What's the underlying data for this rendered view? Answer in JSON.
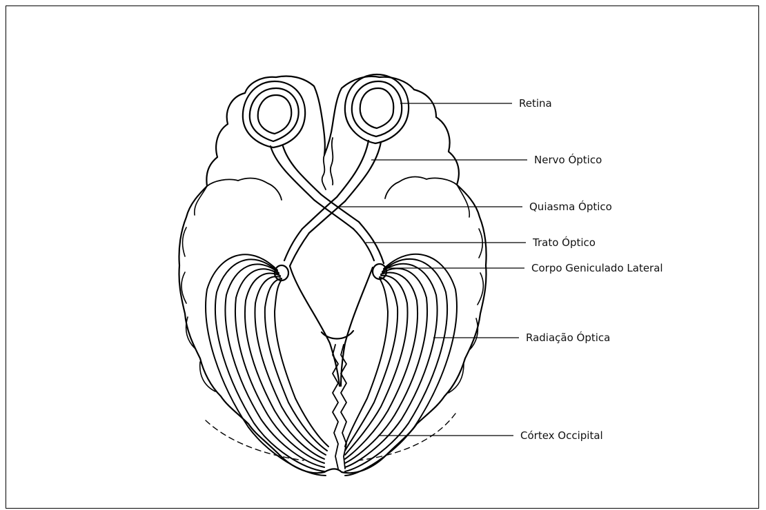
{
  "diagram": {
    "labels": {
      "retina": "Retina",
      "optic_nerve": "Nervo Óptico",
      "optic_chiasm": "Quiasma Óptico",
      "optic_tract": "Trato Óptico",
      "lgn": "Corpo Geniculado Lateral",
      "optic_radiation": "Radiação Óptica",
      "occipital_cortex": "Córtex Occipital"
    }
  },
  "colors": {
    "ink": "#000000",
    "background": "#ffffff"
  }
}
